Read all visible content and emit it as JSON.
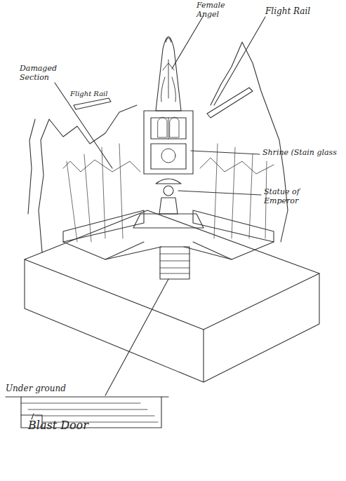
{
  "diagram": {
    "labels": [
      "Female Angel",
      "Flight Rail",
      "Flight Rail",
      "Damaged Section",
      "Shrine (Stain glass",
      "Statue of Emperor",
      "Under ground",
      "Blast Door"
    ]
  }
}
